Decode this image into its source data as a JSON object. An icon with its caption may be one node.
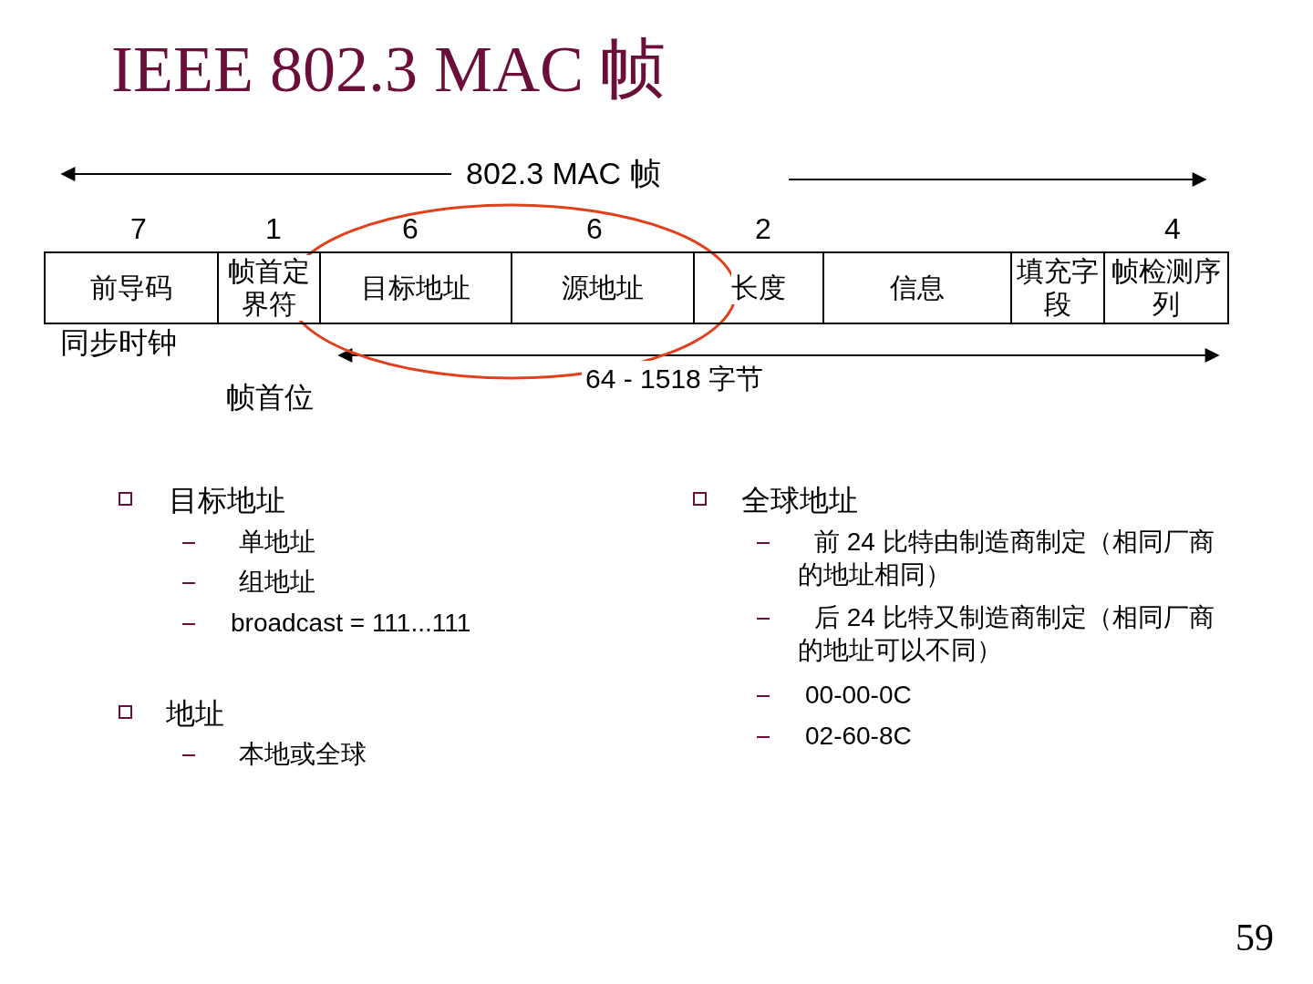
{
  "diagram": {
    "title": "IEEE 802.3 MAC 帧",
    "nodes": [
      {
        "text": [
          "前导码"
        ],
        "beside": [
          "7",
          "同步时钟"
        ]
      },
      {
        "text": [
          "帧首定界符"
        ],
        "beside": [
          "1",
          "帧首位"
        ]
      },
      {
        "text": [
          "目标地址"
        ],
        "beside": [
          "6"
        ]
      },
      {
        "text": [
          "源地址"
        ],
        "beside": [
          "6"
        ]
      },
      {
        "text": [
          "长度"
        ],
        "beside": [
          "2"
        ]
      },
      {
        "text": [
          "信息"
        ]
      },
      {
        "text": [
          "填充字段"
        ]
      },
      {
        "text": [
          "帧检测序列"
        ],
        "beside": [
          "4"
        ]
      }
    ],
    "labels": [
      "802.3 MAC 帧",
      "64 - 1518 字节",
      "目标地址",
      "单地址",
      "组地址",
      "broadcast = 111...111",
      "地址",
      "本地或全球",
      "全球地址",
      "前 24 比特由制造商制定（相同厂商的地址相同）",
      "后 24 比特又制造商制定（相同厂商的地址可以不同）",
      "00-00-0C",
      "02-60-8C",
      "59"
    ]
  }
}
